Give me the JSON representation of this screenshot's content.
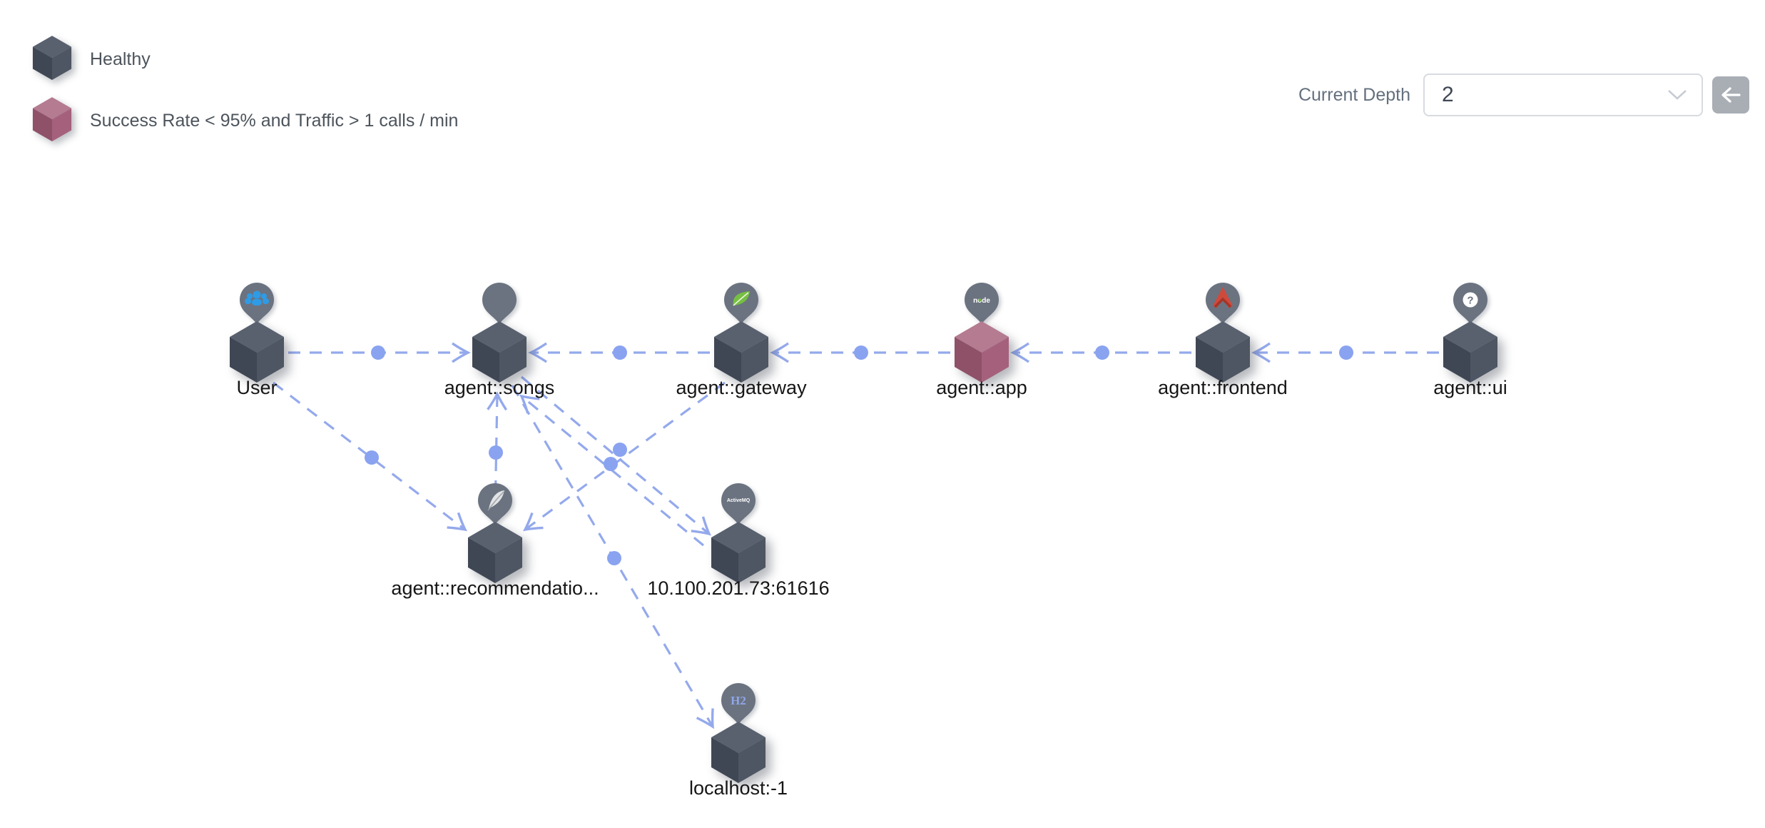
{
  "legend": {
    "items": [
      {
        "label": "Healthy",
        "status": "healthy"
      },
      {
        "label": "Success Rate < 95% and Traffic > 1 calls / min",
        "status": "unhealthy"
      }
    ]
  },
  "controls": {
    "depth_label": "Current Depth",
    "depth_value": "2",
    "back_icon": "left-arrow",
    "chevron_icon": "chevron-down"
  },
  "graph": {
    "nodes": [
      {
        "id": "user",
        "label": "User",
        "icon": "users-icon",
        "icon_text": "",
        "status": "healthy"
      },
      {
        "id": "songs",
        "label": "agent::songs",
        "icon": "plain-pin",
        "icon_text": "",
        "status": "healthy"
      },
      {
        "id": "gateway",
        "label": "agent::gateway",
        "icon": "spring-leaf-icon",
        "icon_text": "",
        "status": "healthy"
      },
      {
        "id": "app",
        "label": "agent::app",
        "icon": "nodejs-icon",
        "icon_text": "node",
        "status": "unhealthy"
      },
      {
        "id": "frontend",
        "label": "agent::frontend",
        "icon": "red-chevron-icon",
        "icon_text": "",
        "status": "healthy"
      },
      {
        "id": "ui",
        "label": "agent::ui",
        "icon": "question-mark-icon",
        "icon_text": "?",
        "status": "healthy"
      },
      {
        "id": "recommendation",
        "label": "agent::recommendatio...",
        "icon": "feather-icon",
        "icon_text": "",
        "status": "healthy"
      },
      {
        "id": "activemq",
        "label": "10.100.201.73:61616",
        "icon": "activemq-icon",
        "icon_text": "ActiveMQ",
        "status": "healthy"
      },
      {
        "id": "localhost",
        "label": "localhost:-1",
        "icon": "h2-database-icon",
        "icon_text": "H2",
        "status": "healthy"
      }
    ],
    "edges": [
      {
        "from": "user",
        "to": "songs"
      },
      {
        "from": "gateway",
        "to": "songs"
      },
      {
        "from": "app",
        "to": "gateway"
      },
      {
        "from": "frontend",
        "to": "app"
      },
      {
        "from": "ui",
        "to": "frontend"
      },
      {
        "from": "user",
        "to": "recommendation"
      },
      {
        "from": "gateway",
        "to": "recommendation"
      },
      {
        "from": "recommendation",
        "to": "songs"
      },
      {
        "from": "songs",
        "to": "activemq"
      },
      {
        "from": "activemq",
        "to": "songs"
      },
      {
        "from": "songs",
        "to": "localhost"
      }
    ]
  },
  "theme": {
    "edge_color": "#94a9ec",
    "edge_dot_color": "#8aa3f0",
    "healthy_top": "#59616f",
    "healthy_left": "#404754",
    "healthy_right": "#4e5663",
    "unhealthy_top": "#b47b91",
    "unhealthy_left": "#8e5168",
    "unhealthy_right": "#a5617c",
    "pin_color": "#6b7380",
    "label_color": "#161616"
  }
}
